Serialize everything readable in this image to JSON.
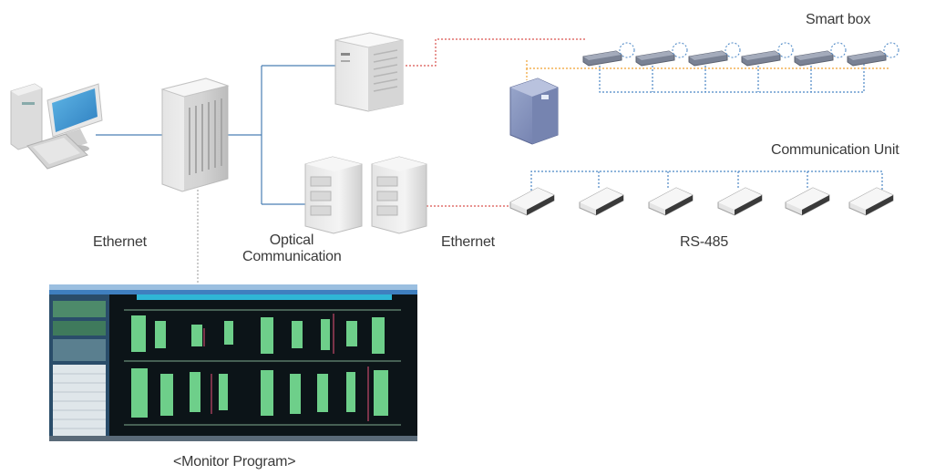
{
  "labels": {
    "smart_box": "Smart box",
    "communication_unit": "Communication Unit",
    "ethernet_left": "Ethernet",
    "optical_line1": "Optical",
    "optical_line2": "Communication",
    "ethernet_right": "Ethernet",
    "rs485": "RS-485",
    "monitor_program": "<Monitor Program>"
  },
  "colors": {
    "ethernet_line": "#3a78b5",
    "red_dotted": "#d9534f",
    "orange_dotted": "#f0a030",
    "blue_dotted": "#4a86c5",
    "gray_dotted": "#aaaaaa"
  },
  "icons": {
    "workstation": "desktop-computer-icon",
    "main_server": "server-tower-icon",
    "rack_server": "rack-server-icon",
    "optical_converters": "network-rack-icon",
    "data_logger": "cube-device-icon",
    "smart_box": "smart-box-icon",
    "comm_unit": "comm-unit-icon"
  }
}
